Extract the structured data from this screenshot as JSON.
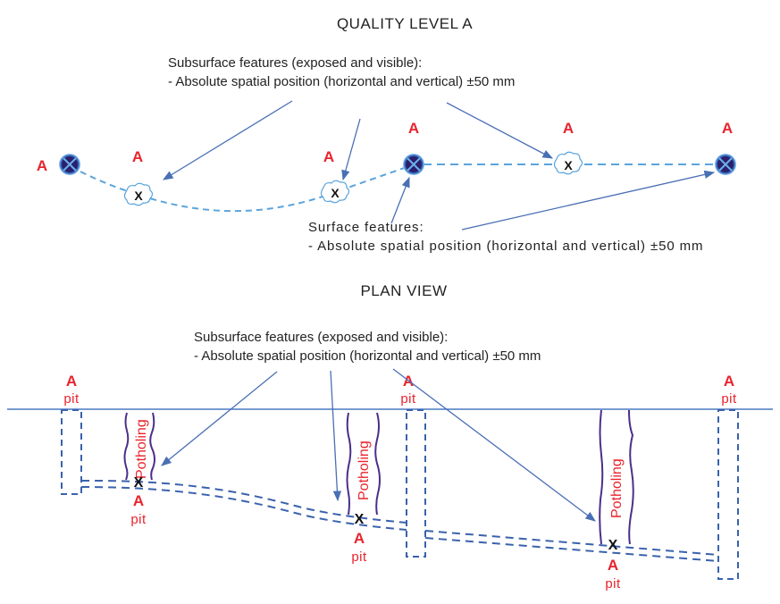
{
  "section1": {
    "title": "QUALITY LEVEL A",
    "subsurface_note": {
      "line1": "Subsurface features (exposed and visible):",
      "line2": "- Absolute spatial position (horizontal and vertical) ±50 mm"
    },
    "surface_note": {
      "line1": "Surface features:",
      "line2": "- Absolute spatial position (horizontal and vertical) ±50 mm"
    },
    "quality_label": "A",
    "manholes": [
      "manhole-1",
      "manhole-2",
      "manhole-3"
    ],
    "test_points": [
      "point-1",
      "point-2",
      "point-3"
    ],
    "x_mark": "X"
  },
  "section2": {
    "title": "PLAN VIEW",
    "subsurface_note": {
      "line1": "Subsurface features (exposed and visible):",
      "line2": "- Absolute spatial position (horizontal and vertical) ±50 mm"
    },
    "quality_label": "A",
    "pit_label": "pit",
    "potholing_label": "Potholing",
    "x_mark": "X"
  },
  "colors": {
    "quality_red": "#e8242d",
    "arrow_blue": "#4a6fb5",
    "utility_dash_light": "#5aa4dc",
    "utility_dash_dark": "#3a62ad",
    "manhole_fill": "#2b1f6e",
    "pothole_outline": "#4b2e8a"
  }
}
